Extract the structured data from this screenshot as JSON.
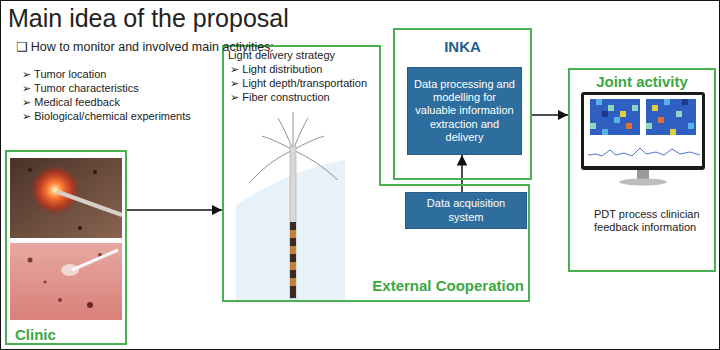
{
  "diagram": {
    "title": "Main idea of the proposal",
    "nodes": [
      {
        "text": [
          "Clinic"
        ]
      },
      {
        "text": [
          "Light delivery strategy",
          "➢ Light distribution",
          "➢ Light depth/transportation",
          "➢ Fiber construction",
          "External Cooperation"
        ]
      },
      {
        "text": [
          "Data acquisition system"
        ],
        "in": 1
      },
      {
        "text": [
          "INKA"
        ]
      },
      {
        "text": [
          "Data processing and modelling for valuable information extraction and delivery"
        ],
        "in": 3
      },
      {
        "text": [
          "Joint activity",
          "PDT process clinician feedback information"
        ]
      }
    ],
    "edges": [
      {
        "from": 0,
        "to": 1,
        "arrow": "to"
      },
      {
        "from": 2,
        "to": 4,
        "arrow": "to"
      },
      {
        "from": 3,
        "to": 5,
        "arrow": "to"
      }
    ],
    "labels": [
      "❑ How to monitor and involved main activities:",
      "➢ Tumor location",
      "➢ Tumor characteristics",
      "➢ Medical feedback",
      "➢ Biological/chemical experiments"
    ]
  }
}
